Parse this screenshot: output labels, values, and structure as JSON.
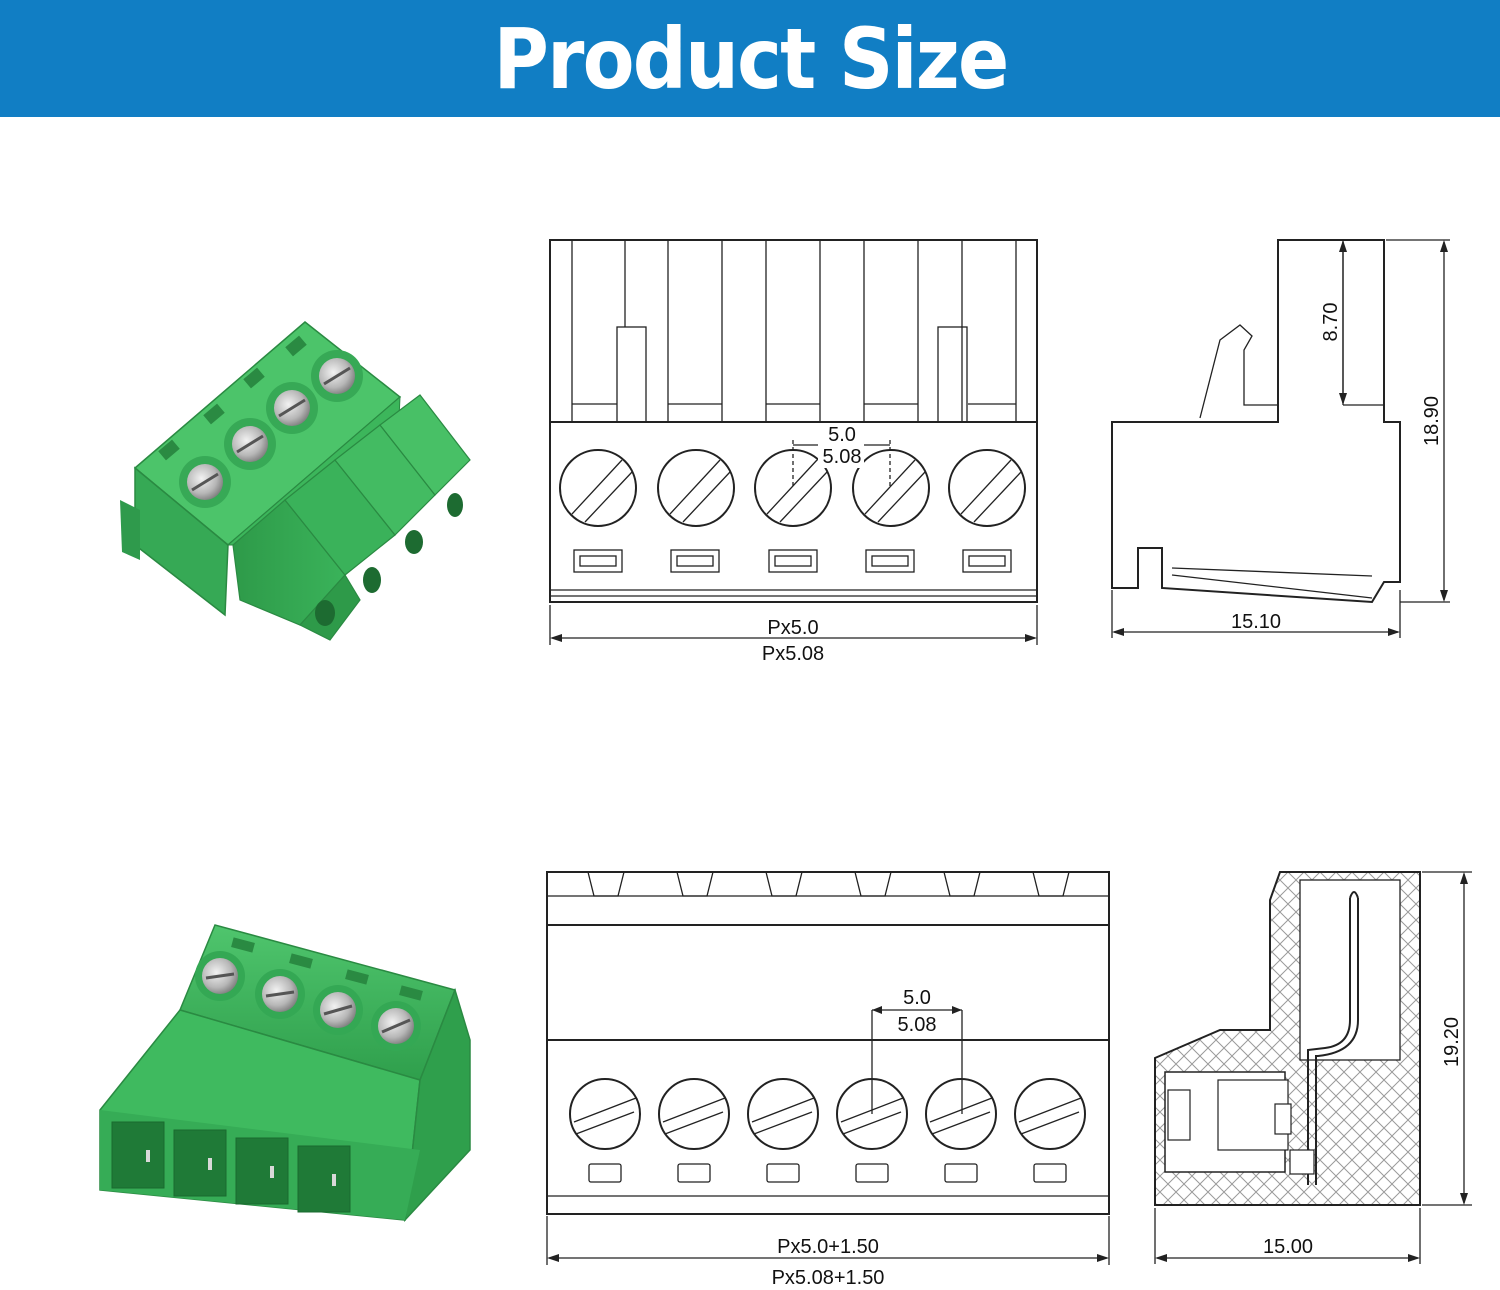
{
  "banner": {
    "title": "Product Size"
  },
  "drawing_top": {
    "pitch_a": "5.0",
    "pitch_b": "5.08",
    "total_a": "Px5.0",
    "total_b": "Px5.08",
    "side_height": "18.90",
    "side_sub_height": "8.70",
    "side_depth": "15.10"
  },
  "drawing_bottom": {
    "pitch_a": "5.0",
    "pitch_b": "5.08",
    "total_a": "Px5.0+1.50",
    "total_b": "Px5.08+1.50",
    "side_height": "19.20",
    "side_depth": "15.00"
  },
  "colors": {
    "banner": "#117ec4",
    "connector_green": "#3cb45c"
  }
}
